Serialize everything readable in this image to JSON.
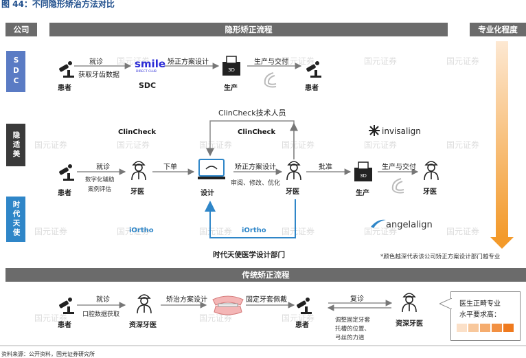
{
  "figure_title": "图 44：不同隐形矫治方法对比",
  "header": {
    "company": "公司",
    "process": "隐形矫正流程",
    "specialization": "专业化程度",
    "traditional": "传统矫正流程"
  },
  "rows": {
    "sdc": {
      "label": "SDC",
      "color": "#5a7bc4"
    },
    "angel": {
      "label": "隐适美",
      "color": "#3a3a3a"
    },
    "shidai": {
      "label": "时代天使",
      "color": "#2f86c8"
    }
  },
  "sdc": {
    "patient1": "患者",
    "step1_top": "就诊",
    "step1_bottom": "获取牙齿数据",
    "logo_word": "smile",
    "logo_sub": "DIRECT CLUB",
    "company": "SDC",
    "step2": "矫正方案设计",
    "produce": "生产",
    "step3": "生产与交付",
    "patient2": "患者"
  },
  "mid": {
    "patient": "患者",
    "step1_top": "就诊",
    "step1_b1": "数字化辅助",
    "step1_b2": "案例评估",
    "clincheck_left": "ClinCheck",
    "doctor1": "牙医",
    "order": "下单",
    "design": "设计",
    "clincheck_tech": "ClinCheck技术人员",
    "clincheck_mid": "ClinCheck",
    "design_plan": "矫正方案设计",
    "review": "审阅、修改、优化",
    "doctor2": "牙医",
    "approve": "批准",
    "produce": "生产",
    "produce_deliver": "生产与交付",
    "doctor3": "牙医",
    "invisalign": "invisalign",
    "angelalign": "angelalign",
    "iortho1": "iOrtho",
    "iortho2": "iOrtho",
    "dept": "时代天使医学设计部门",
    "note": "*颜色越深代表该公司矫正方案设计部门越专业"
  },
  "trad": {
    "patient1": "患者",
    "step1_top": "就诊",
    "step1_bottom": "口腔数据获取",
    "senior1": "资深牙医",
    "step2": "矫治方案设计",
    "step3": "固定牙套佩戴",
    "patient2": "患者",
    "followup": "复诊",
    "adjust1": "调整固定牙套",
    "adjust2": "托槽的位置、",
    "adjust3": "弓丝的力道",
    "senior2": "资深牙医",
    "req1": "医生正畸专业",
    "req2": "水平要求高：",
    "levels": [
      "#fbe0c8",
      "#f8c89c",
      "#f5ac6e",
      "#f29042",
      "#ef7a1e"
    ]
  },
  "watermark": "国元证券",
  "source": "资料来源：公开资料，国元证券研究所",
  "colors": {
    "arrow_orange": "#f39a2b",
    "blue": "#2f86c8"
  }
}
